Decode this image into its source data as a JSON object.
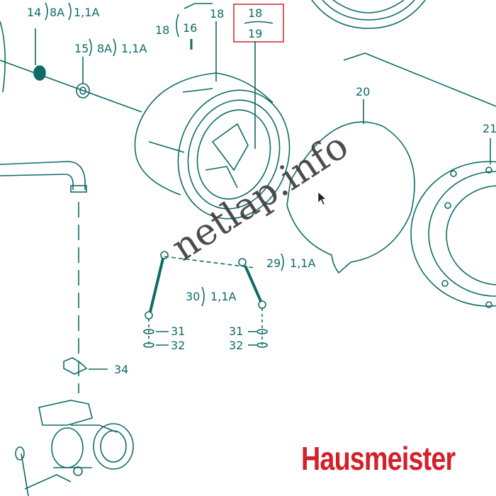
{
  "labels": {
    "l14": "14",
    "l14_spec": "8A",
    "l14_qty": "1,1A",
    "l15": "15",
    "l15_spec": "8A",
    "l15_qty": "1,1A",
    "l18_outer": "18",
    "l16": "16",
    "l18_top": "18",
    "l18_box": "18",
    "l19_box": "19",
    "l20": "20",
    "l21": "21",
    "l29": "29",
    "l29_qty": "1,1A",
    "l30": "30",
    "l30_qty": "1,1A",
    "l31_left": "31",
    "l32_left": "32",
    "l31_right": "31",
    "l32_right": "32",
    "l34": "34"
  },
  "brand": "Hausmeister",
  "watermark": "netlap.info",
  "colors": {
    "line": "#0f6b66",
    "highlight": "#d6484e",
    "brand": "#d51f2b"
  }
}
